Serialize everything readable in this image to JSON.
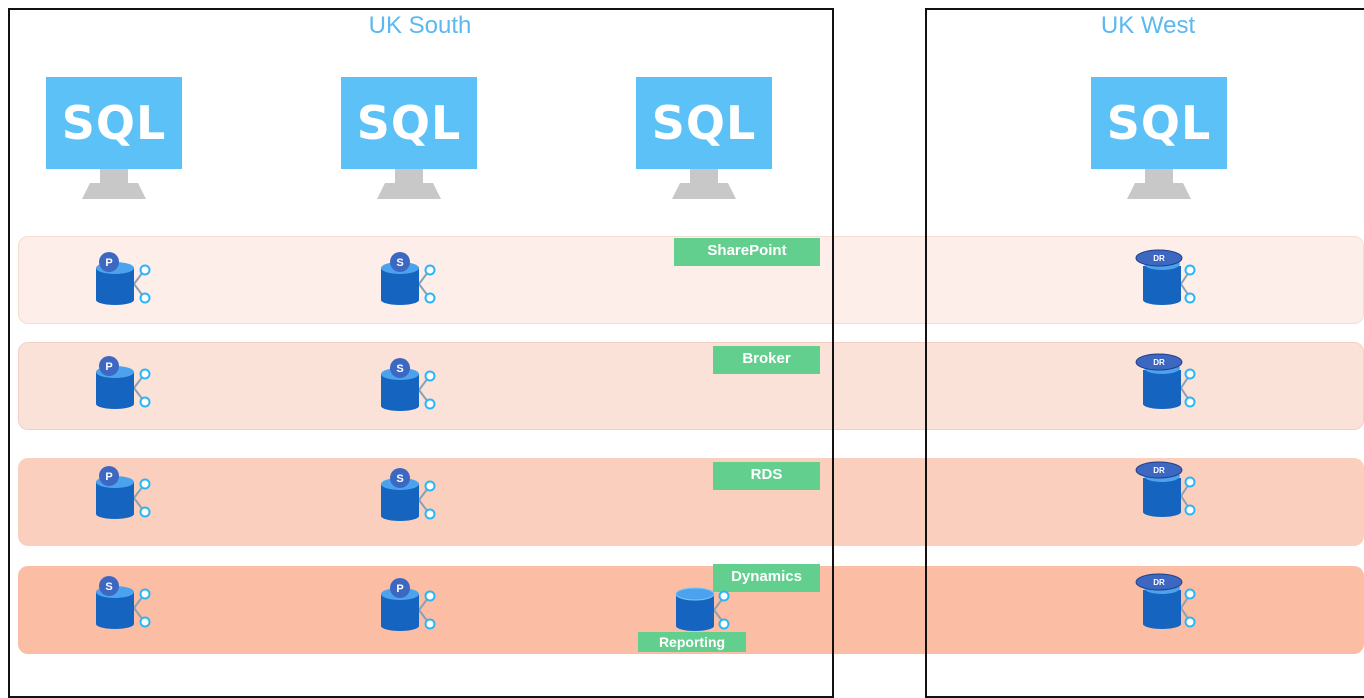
{
  "regions": {
    "uk_south": {
      "title": "UK South"
    },
    "uk_west": {
      "title": "UK West"
    }
  },
  "servers": [
    {
      "label": "SQL"
    },
    {
      "label": "SQL"
    },
    {
      "label": "SQL"
    },
    {
      "label": "SQL"
    }
  ],
  "bands": [
    {
      "label": "SharePoint",
      "color": "#fdeee9",
      "replicas": [
        "P",
        "S",
        "DR"
      ]
    },
    {
      "label": "Broker",
      "color": "#fbe2d9",
      "replicas": [
        "P",
        "S",
        "DR"
      ]
    },
    {
      "label": "RDS",
      "color": "#fbcfbe",
      "replicas": [
        "P",
        "S",
        "DR"
      ]
    },
    {
      "label": "Dynamics",
      "color": "#fbbda3",
      "replicas": [
        "S",
        "P",
        "DR"
      ],
      "extra_label": "Reporting"
    }
  ],
  "colors": {
    "server_screen": "#5cc1f7",
    "server_stand": "#c8c8c8",
    "db_body": "#1565c0",
    "db_badge": "#3d68c2",
    "tag": "#63cf8f",
    "region_title": "#5bb8f0"
  }
}
